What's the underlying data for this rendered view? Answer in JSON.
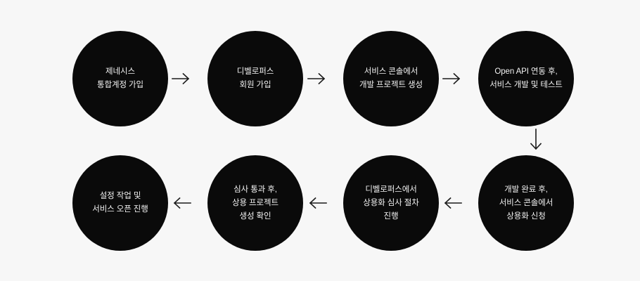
{
  "diagram": {
    "title": "Service onboarding process flow",
    "background_color": "#f7f7f7",
    "node_color": "#0a0a0a",
    "node_text_color": "#f2f2f2",
    "arrow_color": "#1a1a1a",
    "nodes": [
      {
        "id": "step-1",
        "order": 1,
        "label": "제네시스\n통합계정 가입",
        "row": 1
      },
      {
        "id": "step-2",
        "order": 2,
        "label": "디벨로퍼스\n회원 가입",
        "row": 1
      },
      {
        "id": "step-3",
        "order": 3,
        "label": "서비스 콘솔에서\n개발 프로젝트 생성",
        "row": 1
      },
      {
        "id": "step-4",
        "order": 4,
        "label": "Open API 연동 후,\n서비스 개발 및 테스트",
        "row": 1
      },
      {
        "id": "step-5",
        "order": 5,
        "label": "개발 완료 후,\n서비스 콘솔에서\n상용화 신청",
        "row": 2
      },
      {
        "id": "step-6",
        "order": 6,
        "label": "디벨로퍼스에서\n상용화 심사 절차\n진행",
        "row": 2
      },
      {
        "id": "step-7",
        "order": 7,
        "label": "심사 통과 후,\n상용 프로젝트\n생성 확인",
        "row": 2
      },
      {
        "id": "step-8",
        "order": 8,
        "label": "설정 작업 및\n서비스 오픈 진행",
        "row": 2
      }
    ],
    "connectors": [
      {
        "id": "arrow-1",
        "from": "step-1",
        "to": "step-2",
        "direction": "right",
        "icon": "arrow-right-icon"
      },
      {
        "id": "arrow-2",
        "from": "step-2",
        "to": "step-3",
        "direction": "right",
        "icon": "arrow-right-icon"
      },
      {
        "id": "arrow-3",
        "from": "step-3",
        "to": "step-4",
        "direction": "right",
        "icon": "arrow-right-icon"
      },
      {
        "id": "arrow-4",
        "from": "step-4",
        "to": "step-5",
        "direction": "down",
        "icon": "arrow-down-icon"
      },
      {
        "id": "arrow-5",
        "from": "step-5",
        "to": "step-6",
        "direction": "left",
        "icon": "arrow-left-icon"
      },
      {
        "id": "arrow-6",
        "from": "step-6",
        "to": "step-7",
        "direction": "left",
        "icon": "arrow-left-icon"
      },
      {
        "id": "arrow-7",
        "from": "step-7",
        "to": "step-8",
        "direction": "left",
        "icon": "arrow-left-icon"
      }
    ]
  }
}
